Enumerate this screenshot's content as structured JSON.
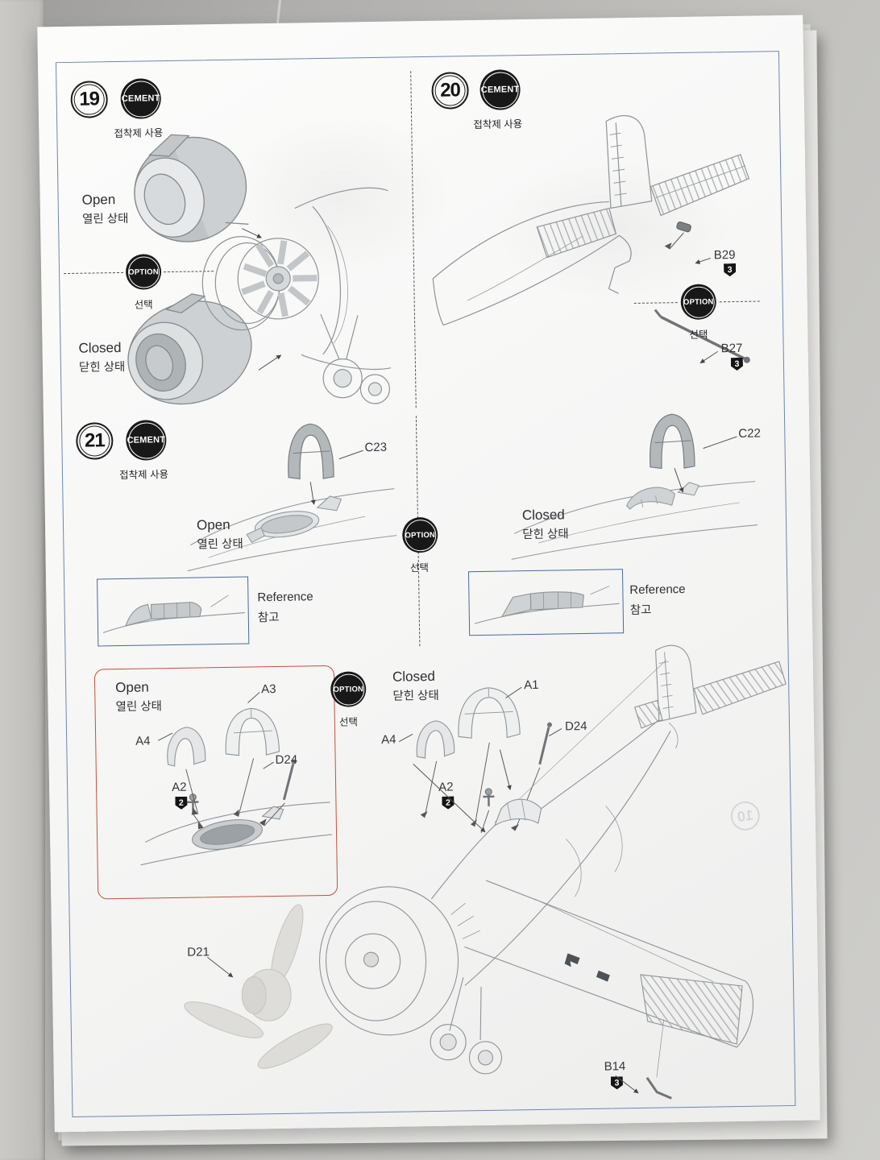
{
  "colors": {
    "page_frame_blue": "#6c86ad",
    "reference_box_blue": "#49699c",
    "open_option_box_red": "#c0523a",
    "badge_black": "#181818",
    "line_art_gray": "#8e9498"
  },
  "steps": {
    "s19": "19",
    "s20": "20",
    "s21": "21"
  },
  "badges": {
    "cement": {
      "label": "CEMENT",
      "caption": "접착제 사용"
    },
    "option": {
      "label": "OPTION",
      "caption": "선택"
    }
  },
  "states": {
    "open": {
      "en": "Open",
      "ko": "열린 상태"
    },
    "closed": {
      "en": "Closed",
      "ko": "닫힌 상태"
    }
  },
  "reference": {
    "en": "Reference",
    "ko": "참고"
  },
  "parts": {
    "B29": {
      "id": "B29",
      "qty": "3"
    },
    "B27": {
      "id": "B27",
      "qty": "3"
    },
    "C23": {
      "id": "C23"
    },
    "C22": {
      "id": "C22"
    },
    "A1": {
      "id": "A1"
    },
    "A2": {
      "id": "A2",
      "qty": "2"
    },
    "A3": {
      "id": "A3"
    },
    "A4": {
      "id": "A4"
    },
    "D24": {
      "id": "D24"
    },
    "D21": {
      "id": "D21"
    },
    "B14": {
      "id": "B14",
      "qty": "3"
    }
  },
  "bleedthrough": {
    "step_number": "10"
  }
}
